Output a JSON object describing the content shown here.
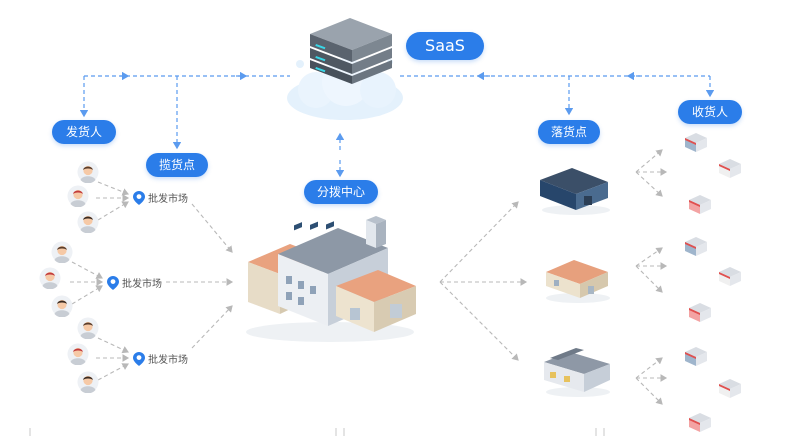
{
  "labels": {
    "saas": "SaaS",
    "shipper": "发货人",
    "pickup_point": "揽货点",
    "sorting_center": "分拨中心",
    "drop_point": "落货点",
    "receiver": "收货人"
  },
  "markets": [
    "批发市场",
    "批发市场",
    "批发市场"
  ],
  "colors": {
    "accent": "#2b7de9",
    "dashed_line": "#5b9bef",
    "gray_arrow": "#b8b8b8"
  },
  "icons": [
    "server-icon",
    "cloud-icon",
    "person-icon",
    "location-pin-icon",
    "factory-building-icon",
    "warehouse-icon",
    "shop-icon"
  ]
}
